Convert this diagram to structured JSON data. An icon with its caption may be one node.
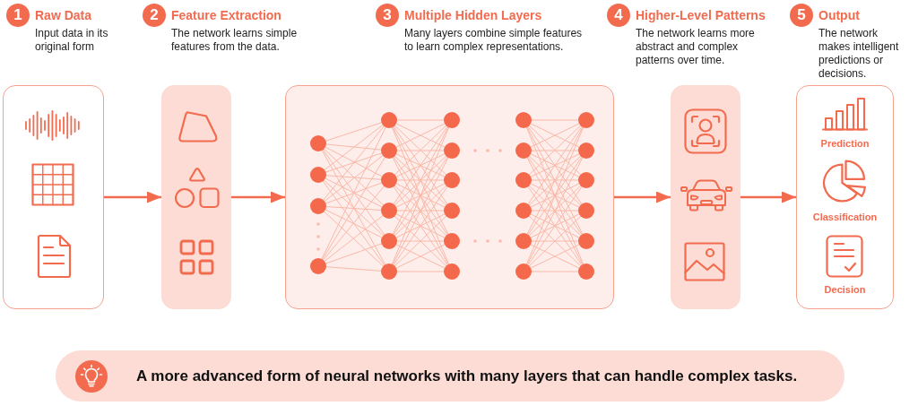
{
  "diagram": {
    "nodes": [
      {
        "text": [
          "1",
          "Raw Data",
          "Input data in its original form"
        ]
      },
      {
        "text": [
          "2",
          "Feature Extraction",
          "The network learns simple features from the data."
        ]
      },
      {
        "text": [
          "3",
          "Multiple Hidden Layers",
          "Many layers combine simple features to learn complex representations."
        ]
      },
      {
        "text": [
          "4",
          "Higher-Level Patterns",
          "The network learns more abstract and complex patterns over time."
        ]
      },
      {
        "text": [
          "5",
          "Output",
          "The network makes intelligent predictions or decisions.",
          "Prediction",
          "Classification",
          "Decision"
        ]
      },
      {
        "text": [
          "A more advanced form of neural networks with many layers that can handle complex tasks."
        ]
      }
    ],
    "edges": [
      {
        "from": 0,
        "to": 1,
        "arrow": "to"
      },
      {
        "from": 1,
        "to": 2,
        "arrow": "to"
      },
      {
        "from": 2,
        "to": 3,
        "arrow": "to"
      },
      {
        "from": 3,
        "to": 4,
        "arrow": "to"
      }
    ]
  }
}
